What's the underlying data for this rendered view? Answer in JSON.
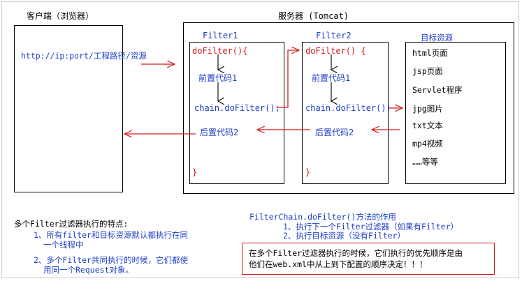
{
  "client": {
    "title": "客户端（浏览器）",
    "url": "http://ip:port/工程路径/资源"
  },
  "server": {
    "title": "服务器   (Tomcat)"
  },
  "filter1": {
    "name": "Filter1",
    "do_filter": "doFilter(){",
    "pre_code": "前置代码1",
    "chain": "chain.doFilter();",
    "post_code": "后置代码2",
    "close": "}"
  },
  "filter2": {
    "name": "Filter2",
    "do_filter": "doFilter() {",
    "pre_code": "前置代码1",
    "chain": "chain.doFilter();",
    "post_code": "后置代码2",
    "close": "}"
  },
  "resources": {
    "title": "目标资源",
    "items": [
      "html页面",
      "jsp页面",
      "Servlet程序",
      "jpg图片",
      "txt文本",
      "mp4视频",
      "……等等"
    ]
  },
  "notes_left": {
    "title": "多个Filter过滤器执行的特点:",
    "line1a": "1、所有filter和目标资源默认都执行在同",
    "line1b": "一个线程中",
    "line2a": "2、多个Filter共同执行的时候，它们都使",
    "line2b": "用同一个Request对象。"
  },
  "notes_right": {
    "title": "FilterChain.doFilter()方法的作用",
    "line1": "1、执行下一个Filter过滤器（如果有Filter）",
    "line2": "2、执行目标资源（没有Filter）"
  },
  "order_note": {
    "line1": "在多个Filter过滤器执行的时候，它们执行的优先顺序是由",
    "line2": "他们在web.xml中从上到下配置的顺序决定！！！"
  },
  "colors": {
    "blue": "#1d3ec9",
    "red": "#d21a1a"
  }
}
